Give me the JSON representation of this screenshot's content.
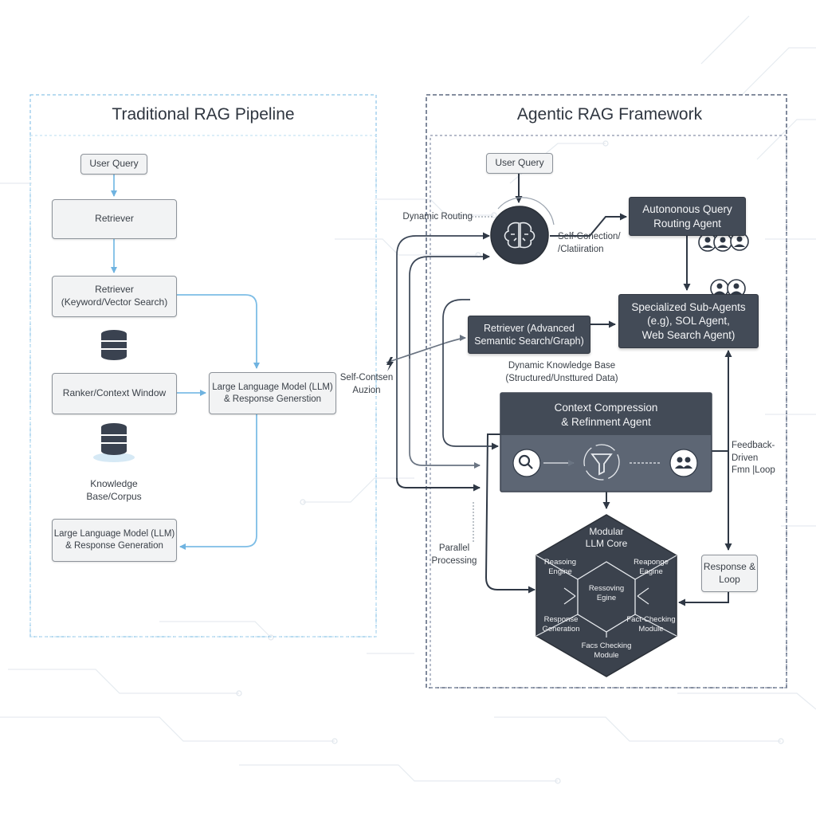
{
  "traditional": {
    "title": "Traditional RAG Pipeline",
    "user_query": "User Query",
    "retriever": "Retriever",
    "retriever_search": "Retriever\n(Keyword/Vector Search)",
    "ranker": "Ranker/Context Window",
    "llm_middle": "Large Language Model (LLM)\n& Response Generstion",
    "knowledge_base": "Knowledge\nBase/Corpus",
    "llm_bottom": "Large Language Model (LLM)\n& Response Generation"
  },
  "middle": {
    "self_label": "Self-Contsen\nAuzion"
  },
  "agentic": {
    "title": "Agentic RAG Framework",
    "user_query": "User Query",
    "dynamic_routing": "Dynamic Routing",
    "self_correction": "Self-Conection/\n/Clatiiration",
    "routing_agent": "Autononous Query\nRouting Agent",
    "sub_agents": "Specialized Sub-Agents\n(e.g), SOL Agent,\nWeb Search Agent)",
    "retriever_adv": "Retriever (Advanced\nSemantic Search/Graph)",
    "dynamic_kb": "Dynamic Knowledge Base\n(Structured/Unsttured Data)",
    "compression": "Context Compression\n& Refinment Agent",
    "feedback": "Feedback-Driven\nFmn |Loop",
    "parallel": "Parallel\nProcessing",
    "response_loop": "Response &\nLoop",
    "hex_core": "Modular\nLLM Core",
    "hex_reasoning_left": "Reasoing\nEngine",
    "hex_response_right": "Reaponge\nEagine",
    "hex_center": "Ressoving\nEgine",
    "hex_response_gen": "Response\nGeneration",
    "hex_fact_right": "Fact-Checking\nModule",
    "hex_fact_bottom": "Facs Checking\nModule"
  },
  "colors": {
    "traditional_accent": "#8ec5e8",
    "agentic_dark": "#434b57",
    "agentic_border": "#5b6b84",
    "connector_dark": "#3c4553"
  },
  "icons": {
    "brain": "brain-icon",
    "search": "search-icon",
    "funnel": "funnel-icon",
    "users": "users-icon",
    "database": "database-icon",
    "lightning": "lightning-icon"
  }
}
